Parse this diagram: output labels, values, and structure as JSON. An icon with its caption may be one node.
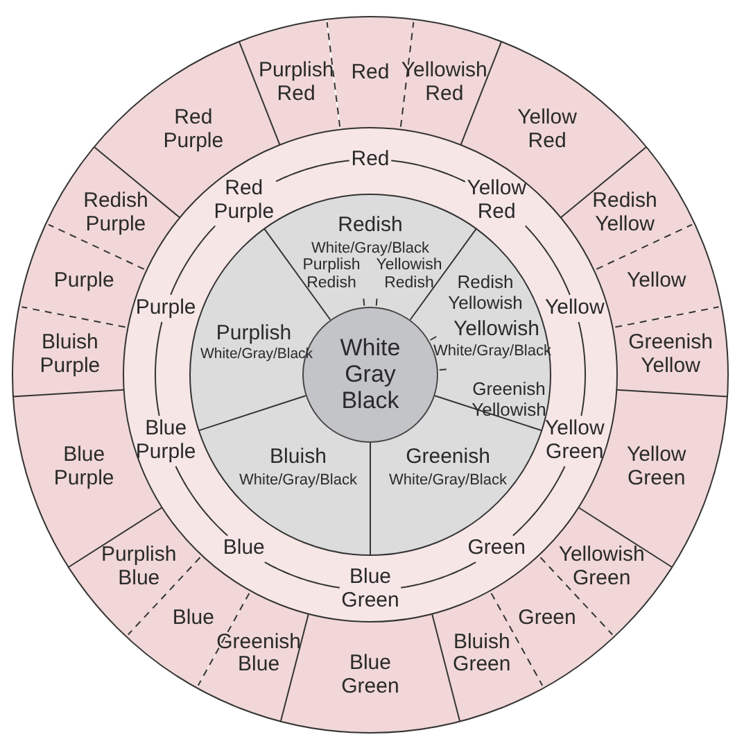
{
  "diagram": {
    "nodes": [
      {
        "text": [
          "Purplish Red"
        ]
      },
      {
        "text": [
          "Red"
        ]
      },
      {
        "text": [
          "Yellowish Red"
        ]
      },
      {
        "text": [
          "Yellow Red"
        ]
      },
      {
        "text": [
          "Redish Yellow"
        ]
      },
      {
        "text": [
          "Yellow"
        ]
      },
      {
        "text": [
          "Greenish Yellow"
        ]
      },
      {
        "text": [
          "Yellow Green"
        ]
      },
      {
        "text": [
          "Yellowish Green"
        ]
      },
      {
        "text": [
          "Green"
        ]
      },
      {
        "text": [
          "Bluish Green"
        ]
      },
      {
        "text": [
          "Blue Green"
        ]
      },
      {
        "text": [
          "Greenish Blue"
        ]
      },
      {
        "text": [
          "Blue"
        ]
      },
      {
        "text": [
          "Purplish Blue"
        ]
      },
      {
        "text": [
          "Blue Purple"
        ]
      },
      {
        "text": [
          "Bluish Purple"
        ]
      },
      {
        "text": [
          "Purple"
        ]
      },
      {
        "text": [
          "Redish Purple"
        ]
      },
      {
        "text": [
          "Red Purple"
        ]
      },
      {
        "text": [
          "Red"
        ]
      },
      {
        "text": [
          "Yellow Red"
        ]
      },
      {
        "text": [
          "Yellow"
        ]
      },
      {
        "text": [
          "Yellow Green"
        ]
      },
      {
        "text": [
          "Green"
        ]
      },
      {
        "text": [
          "Blue Green"
        ]
      },
      {
        "text": [
          "Blue"
        ]
      },
      {
        "text": [
          "Blue Purple"
        ]
      },
      {
        "text": [
          "Purple"
        ]
      },
      {
        "text": [
          "Red Purple"
        ]
      },
      {
        "text": [
          "Redish",
          "White/Gray/Black",
          "Purplish Redish",
          "Yellowish Redish"
        ]
      },
      {
        "text": [
          "Redish Yellowish",
          "Yellowish",
          "White/Gray/Black",
          "Greenish Yellowish"
        ]
      },
      {
        "text": [
          "Greenish",
          "White/Gray/Black"
        ]
      },
      {
        "text": [
          "Bluish",
          "White/Gray/Black"
        ]
      },
      {
        "text": [
          "Purplish",
          "White/Gray/Black"
        ]
      },
      {
        "text": [
          "White Gray Black"
        ]
      }
    ],
    "edges": [
      {
        "from": 20,
        "to": 21,
        "arrow": "none"
      },
      {
        "from": 21,
        "to": 22,
        "arrow": "none"
      },
      {
        "from": 22,
        "to": 23,
        "arrow": "none"
      },
      {
        "from": 23,
        "to": 24,
        "arrow": "none"
      },
      {
        "from": 24,
        "to": 25,
        "arrow": "none"
      },
      {
        "from": 25,
        "to": 26,
        "arrow": "none"
      },
      {
        "from": 26,
        "to": 27,
        "arrow": "none"
      },
      {
        "from": 27,
        "to": 28,
        "arrow": "none"
      },
      {
        "from": 28,
        "to": 29,
        "arrow": "none"
      },
      {
        "from": 29,
        "to": 20,
        "arrow": "none"
      }
    ]
  }
}
